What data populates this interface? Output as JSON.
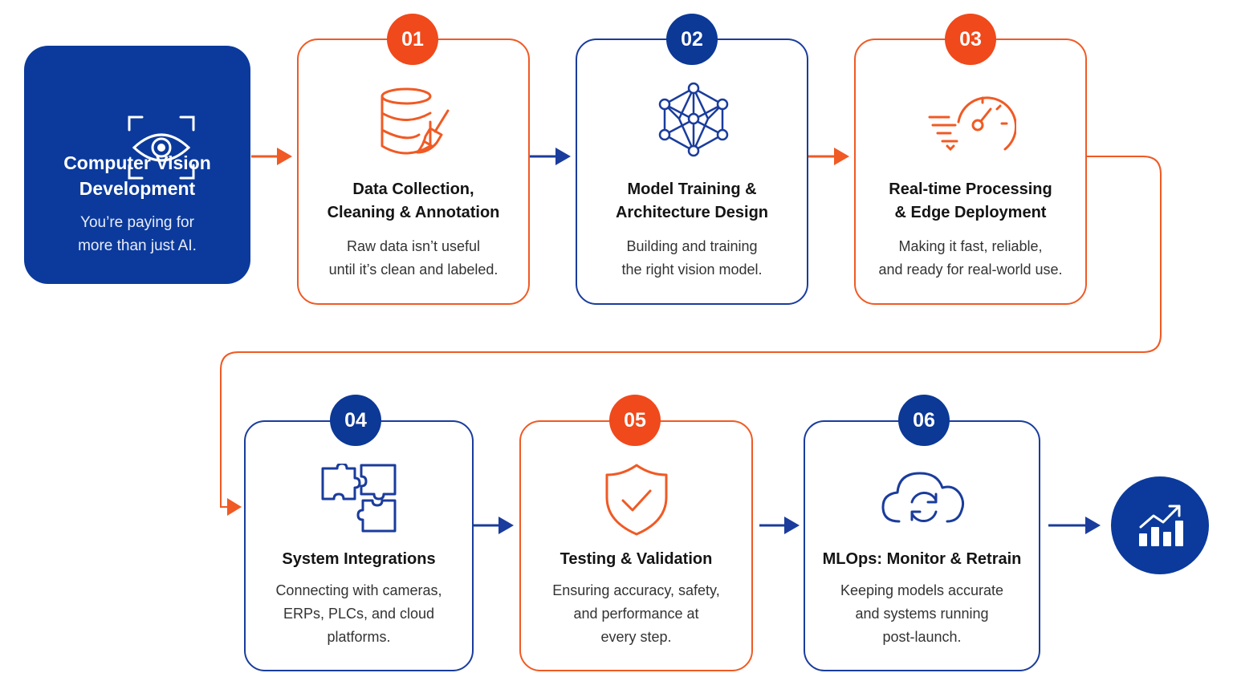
{
  "intro": {
    "title": "Computer Vision\nDevelopment",
    "subtitle": "You’re paying for\nmore than just AI.",
    "icon": "eye-scan-icon"
  },
  "steps": [
    {
      "number": "01",
      "title": "Data Collection,\nCleaning & Annotation",
      "description": "Raw data isn’t useful\nuntil it’s clean and labeled.",
      "accent": "#f05a24",
      "icon": "database-broom-icon"
    },
    {
      "number": "02",
      "title": "Model Training &\nArchitecture Design",
      "description": "Building and training\nthe right vision model.",
      "accent": "#1a3c9c",
      "icon": "neural-network-icon"
    },
    {
      "number": "03",
      "title": "Real-time Processing\n& Edge Deployment",
      "description": "Making it fast, reliable,\nand ready for real-world use.",
      "accent": "#f05a24",
      "icon": "speedometer-icon"
    },
    {
      "number": "04",
      "title": "System Integrations",
      "description": "Connecting with cameras,\nERPs, PLCs, and cloud\nplatforms.",
      "accent": "#1a3c9c",
      "icon": "puzzle-icon"
    },
    {
      "number": "05",
      "title": "Testing & Validation",
      "description": "Ensuring accuracy, safety,\nand performance at\nevery step.",
      "accent": "#f05a24",
      "icon": "shield-check-icon"
    },
    {
      "number": "06",
      "title": "MLOps: Monitor & Retrain",
      "description": "Keeping models accurate\nand systems running\npost-launch.",
      "accent": "#1a3c9c",
      "icon": "cloud-sync-icon"
    }
  ],
  "end": {
    "icon": "growth-chart-icon"
  },
  "colors": {
    "orange": "#f05a24",
    "blue": "#0b3a9c"
  }
}
